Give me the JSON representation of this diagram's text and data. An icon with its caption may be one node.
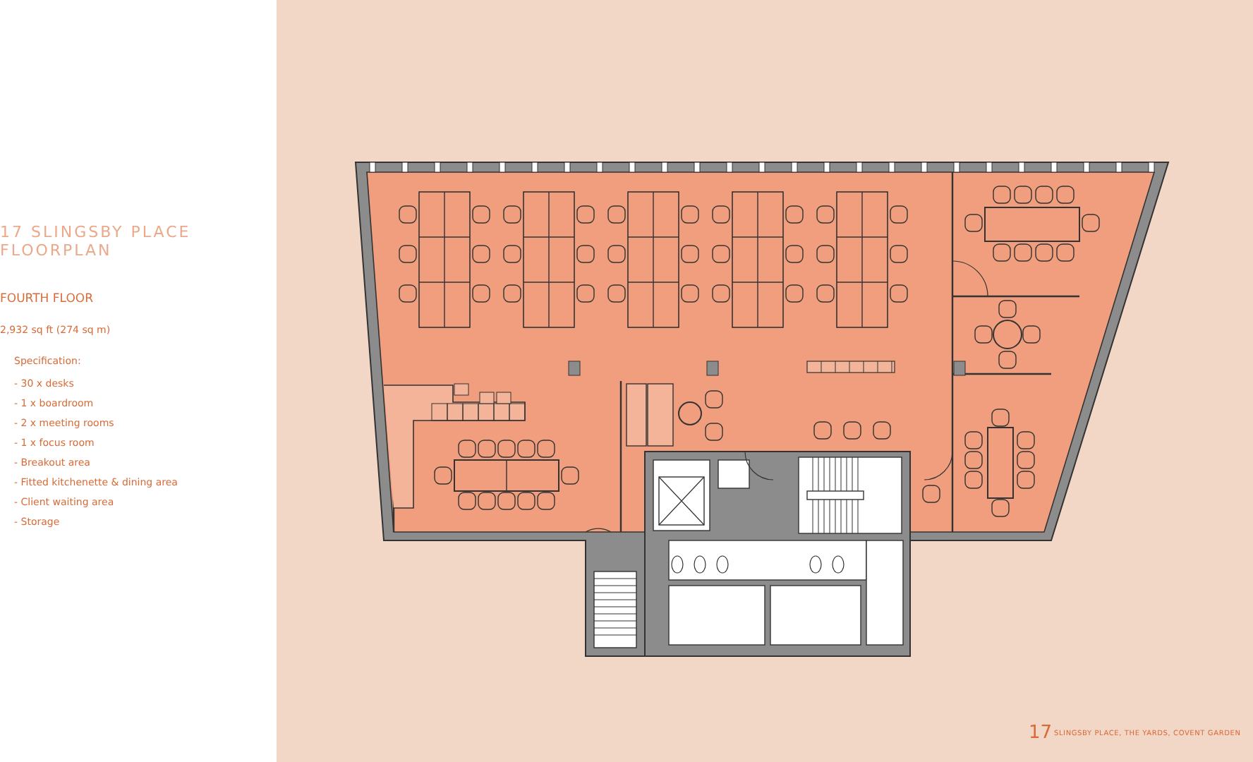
{
  "diagram": {
    "title": "17 SLINGSBY PLACE FLOORPLAN",
    "labels": [
      "FOURTH FLOOR",
      "2,932 sq ft (274 sq m)",
      "Specification:",
      "- 30 x desks",
      "- 1 x boardroom",
      "- 2 x meeting rooms",
      "- 1 x focus room",
      "- Breakout area",
      "- Fitted kitchenette & dining area",
      "- Client waiting area",
      "- Storage",
      "17",
      "SLINGSBY PLACE, THE YARDS, COVENT GARDEN"
    ]
  }
}
